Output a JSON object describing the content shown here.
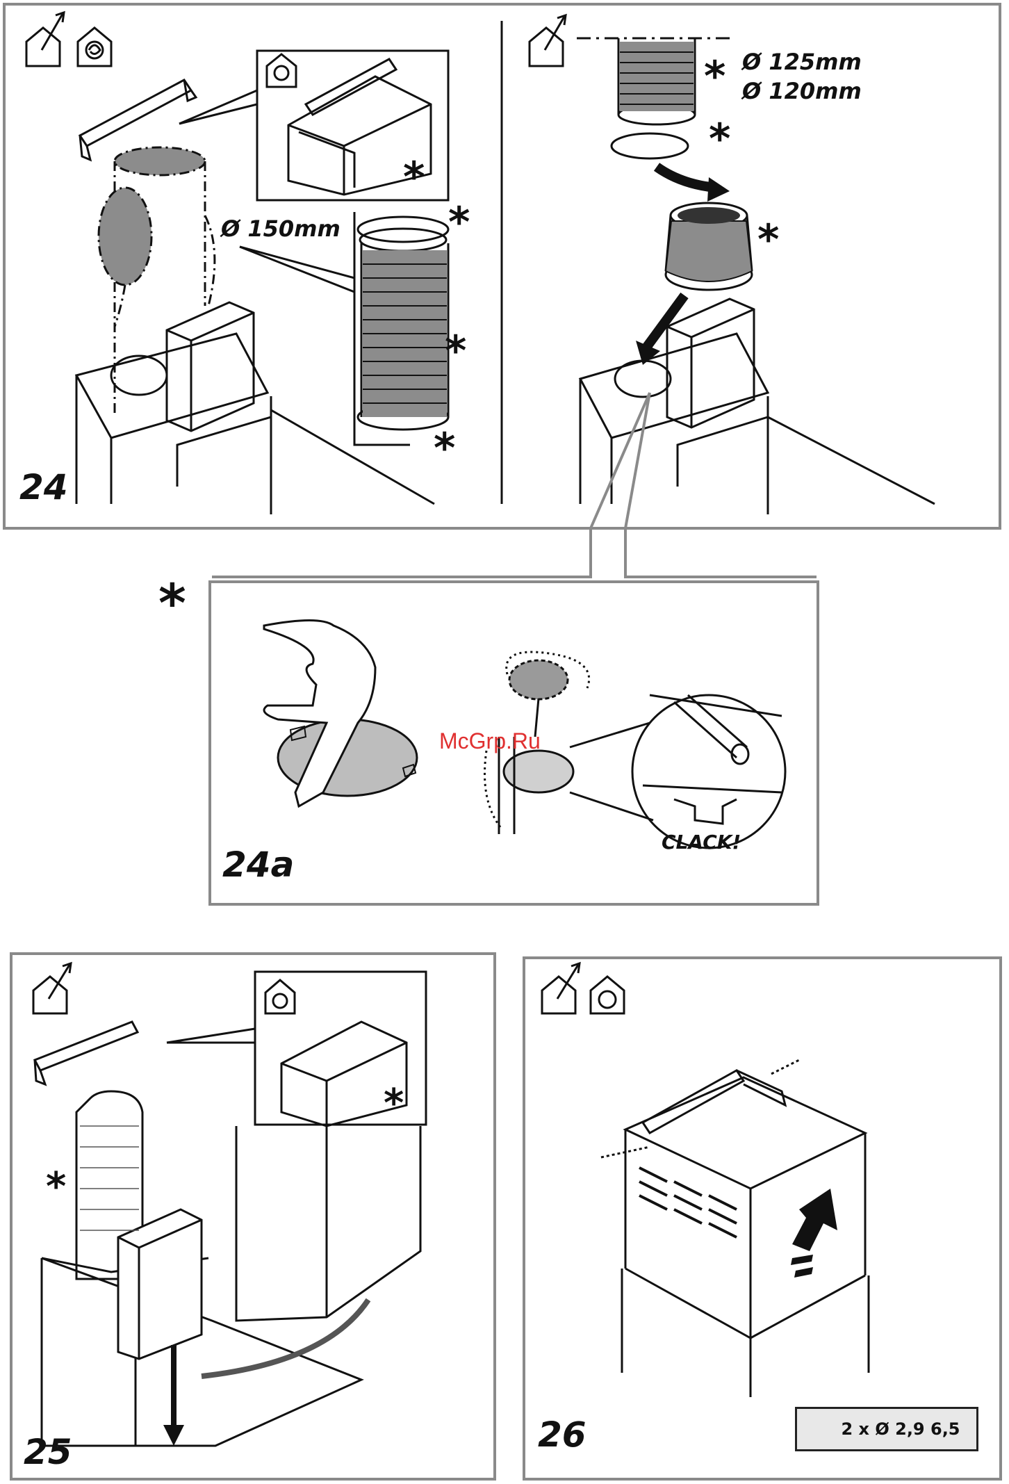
{
  "step24": {
    "number": "24",
    "diameter": "Ø 150mm",
    "star": "*"
  },
  "step24b": {
    "diameter_1": "Ø 125mm",
    "diameter_2": "Ø 120mm",
    "star": "*"
  },
  "step24a": {
    "number": "24a",
    "star": "*",
    "sound": "CLACK!"
  },
  "step25": {
    "number": "25",
    "star": "*"
  },
  "step26": {
    "number": "26",
    "screw_spec": "2 x  Ø 2,9 6,5"
  },
  "watermark": "McGrp.Ru",
  "icons": [
    "house-outlet-icon",
    "house-recirculation-icon",
    "screw-icon"
  ],
  "colors": {
    "frame": "#8a8a8a",
    "line": "#111111",
    "fill_grey": "#8c8c8c",
    "watermark": "#e03030"
  }
}
